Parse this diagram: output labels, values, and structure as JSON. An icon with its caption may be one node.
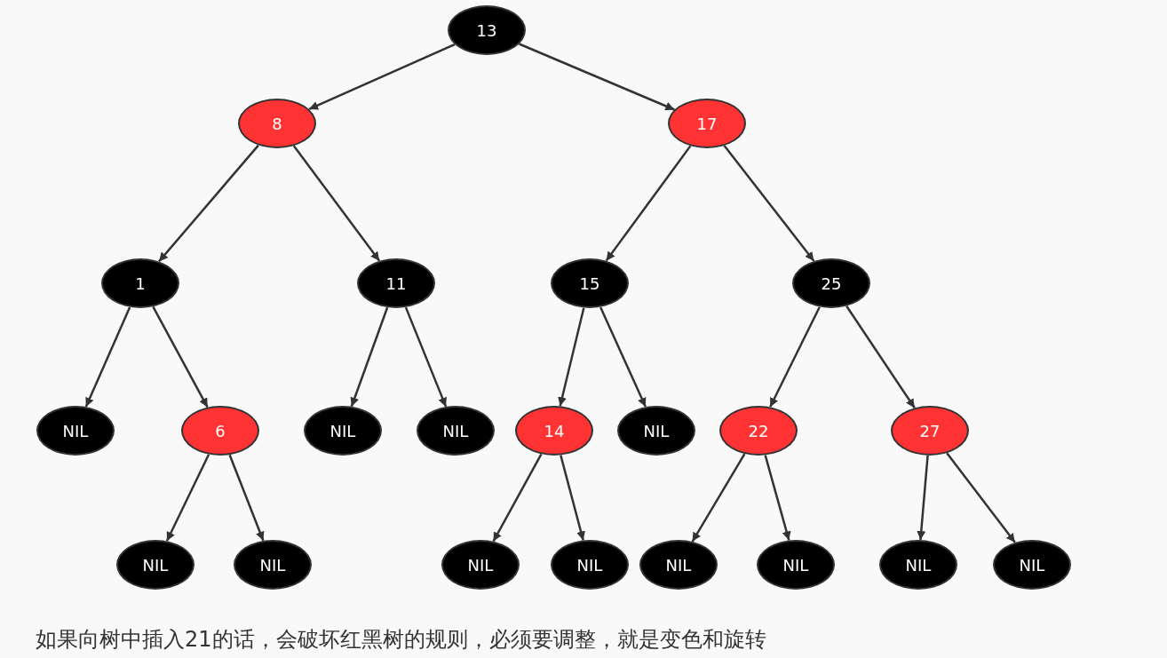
{
  "diagram": {
    "caption": "如果向树中插入21的话，会破坏红黑树的规则，必须要调整，就是变色和旋转",
    "nodes": [
      {
        "text": [
          "13"
        ]
      },
      {
        "text": [
          "8"
        ]
      },
      {
        "text": [
          "17"
        ]
      },
      {
        "text": [
          "1"
        ]
      },
      {
        "text": [
          "11"
        ]
      },
      {
        "text": [
          "15"
        ]
      },
      {
        "text": [
          "25"
        ]
      },
      {
        "text": [
          "NIL"
        ]
      },
      {
        "text": [
          "6"
        ]
      },
      {
        "text": [
          "NIL"
        ]
      },
      {
        "text": [
          "NIL"
        ]
      },
      {
        "text": [
          "14"
        ]
      },
      {
        "text": [
          "NIL"
        ]
      },
      {
        "text": [
          "22"
        ]
      },
      {
        "text": [
          "27"
        ]
      },
      {
        "text": [
          "NIL"
        ]
      },
      {
        "text": [
          "NIL"
        ]
      },
      {
        "text": [
          "NIL"
        ]
      },
      {
        "text": [
          "NIL"
        ]
      },
      {
        "text": [
          "NIL"
        ]
      },
      {
        "text": [
          "NIL"
        ]
      },
      {
        "text": [
          "NIL"
        ]
      },
      {
        "text": [
          "NIL"
        ]
      }
    ],
    "edges": [
      {
        "from": 0,
        "to": 1,
        "arrow": "to"
      },
      {
        "from": 0,
        "to": 2,
        "arrow": "to"
      },
      {
        "from": 1,
        "to": 3,
        "arrow": "to"
      },
      {
        "from": 1,
        "to": 4,
        "arrow": "to"
      },
      {
        "from": 2,
        "to": 5,
        "arrow": "to"
      },
      {
        "from": 2,
        "to": 6,
        "arrow": "to"
      },
      {
        "from": 3,
        "to": 7,
        "arrow": "to"
      },
      {
        "from": 3,
        "to": 8,
        "arrow": "to"
      },
      {
        "from": 4,
        "to": 9,
        "arrow": "to"
      },
      {
        "from": 4,
        "to": 10,
        "arrow": "to"
      },
      {
        "from": 5,
        "to": 11,
        "arrow": "to"
      },
      {
        "from": 5,
        "to": 12,
        "arrow": "to"
      },
      {
        "from": 6,
        "to": 13,
        "arrow": "to"
      },
      {
        "from": 6,
        "to": 14,
        "arrow": "to"
      },
      {
        "from": 8,
        "to": 15,
        "arrow": "to"
      },
      {
        "from": 8,
        "to": 16,
        "arrow": "to"
      },
      {
        "from": 11,
        "to": 17,
        "arrow": "to"
      },
      {
        "from": 11,
        "to": 18,
        "arrow": "to"
      },
      {
        "from": 13,
        "to": 19,
        "arrow": "to"
      },
      {
        "from": 13,
        "to": 20,
        "arrow": "to"
      },
      {
        "from": 14,
        "to": 21,
        "arrow": "to"
      },
      {
        "from": 14,
        "to": 22,
        "arrow": "to"
      }
    ]
  }
}
